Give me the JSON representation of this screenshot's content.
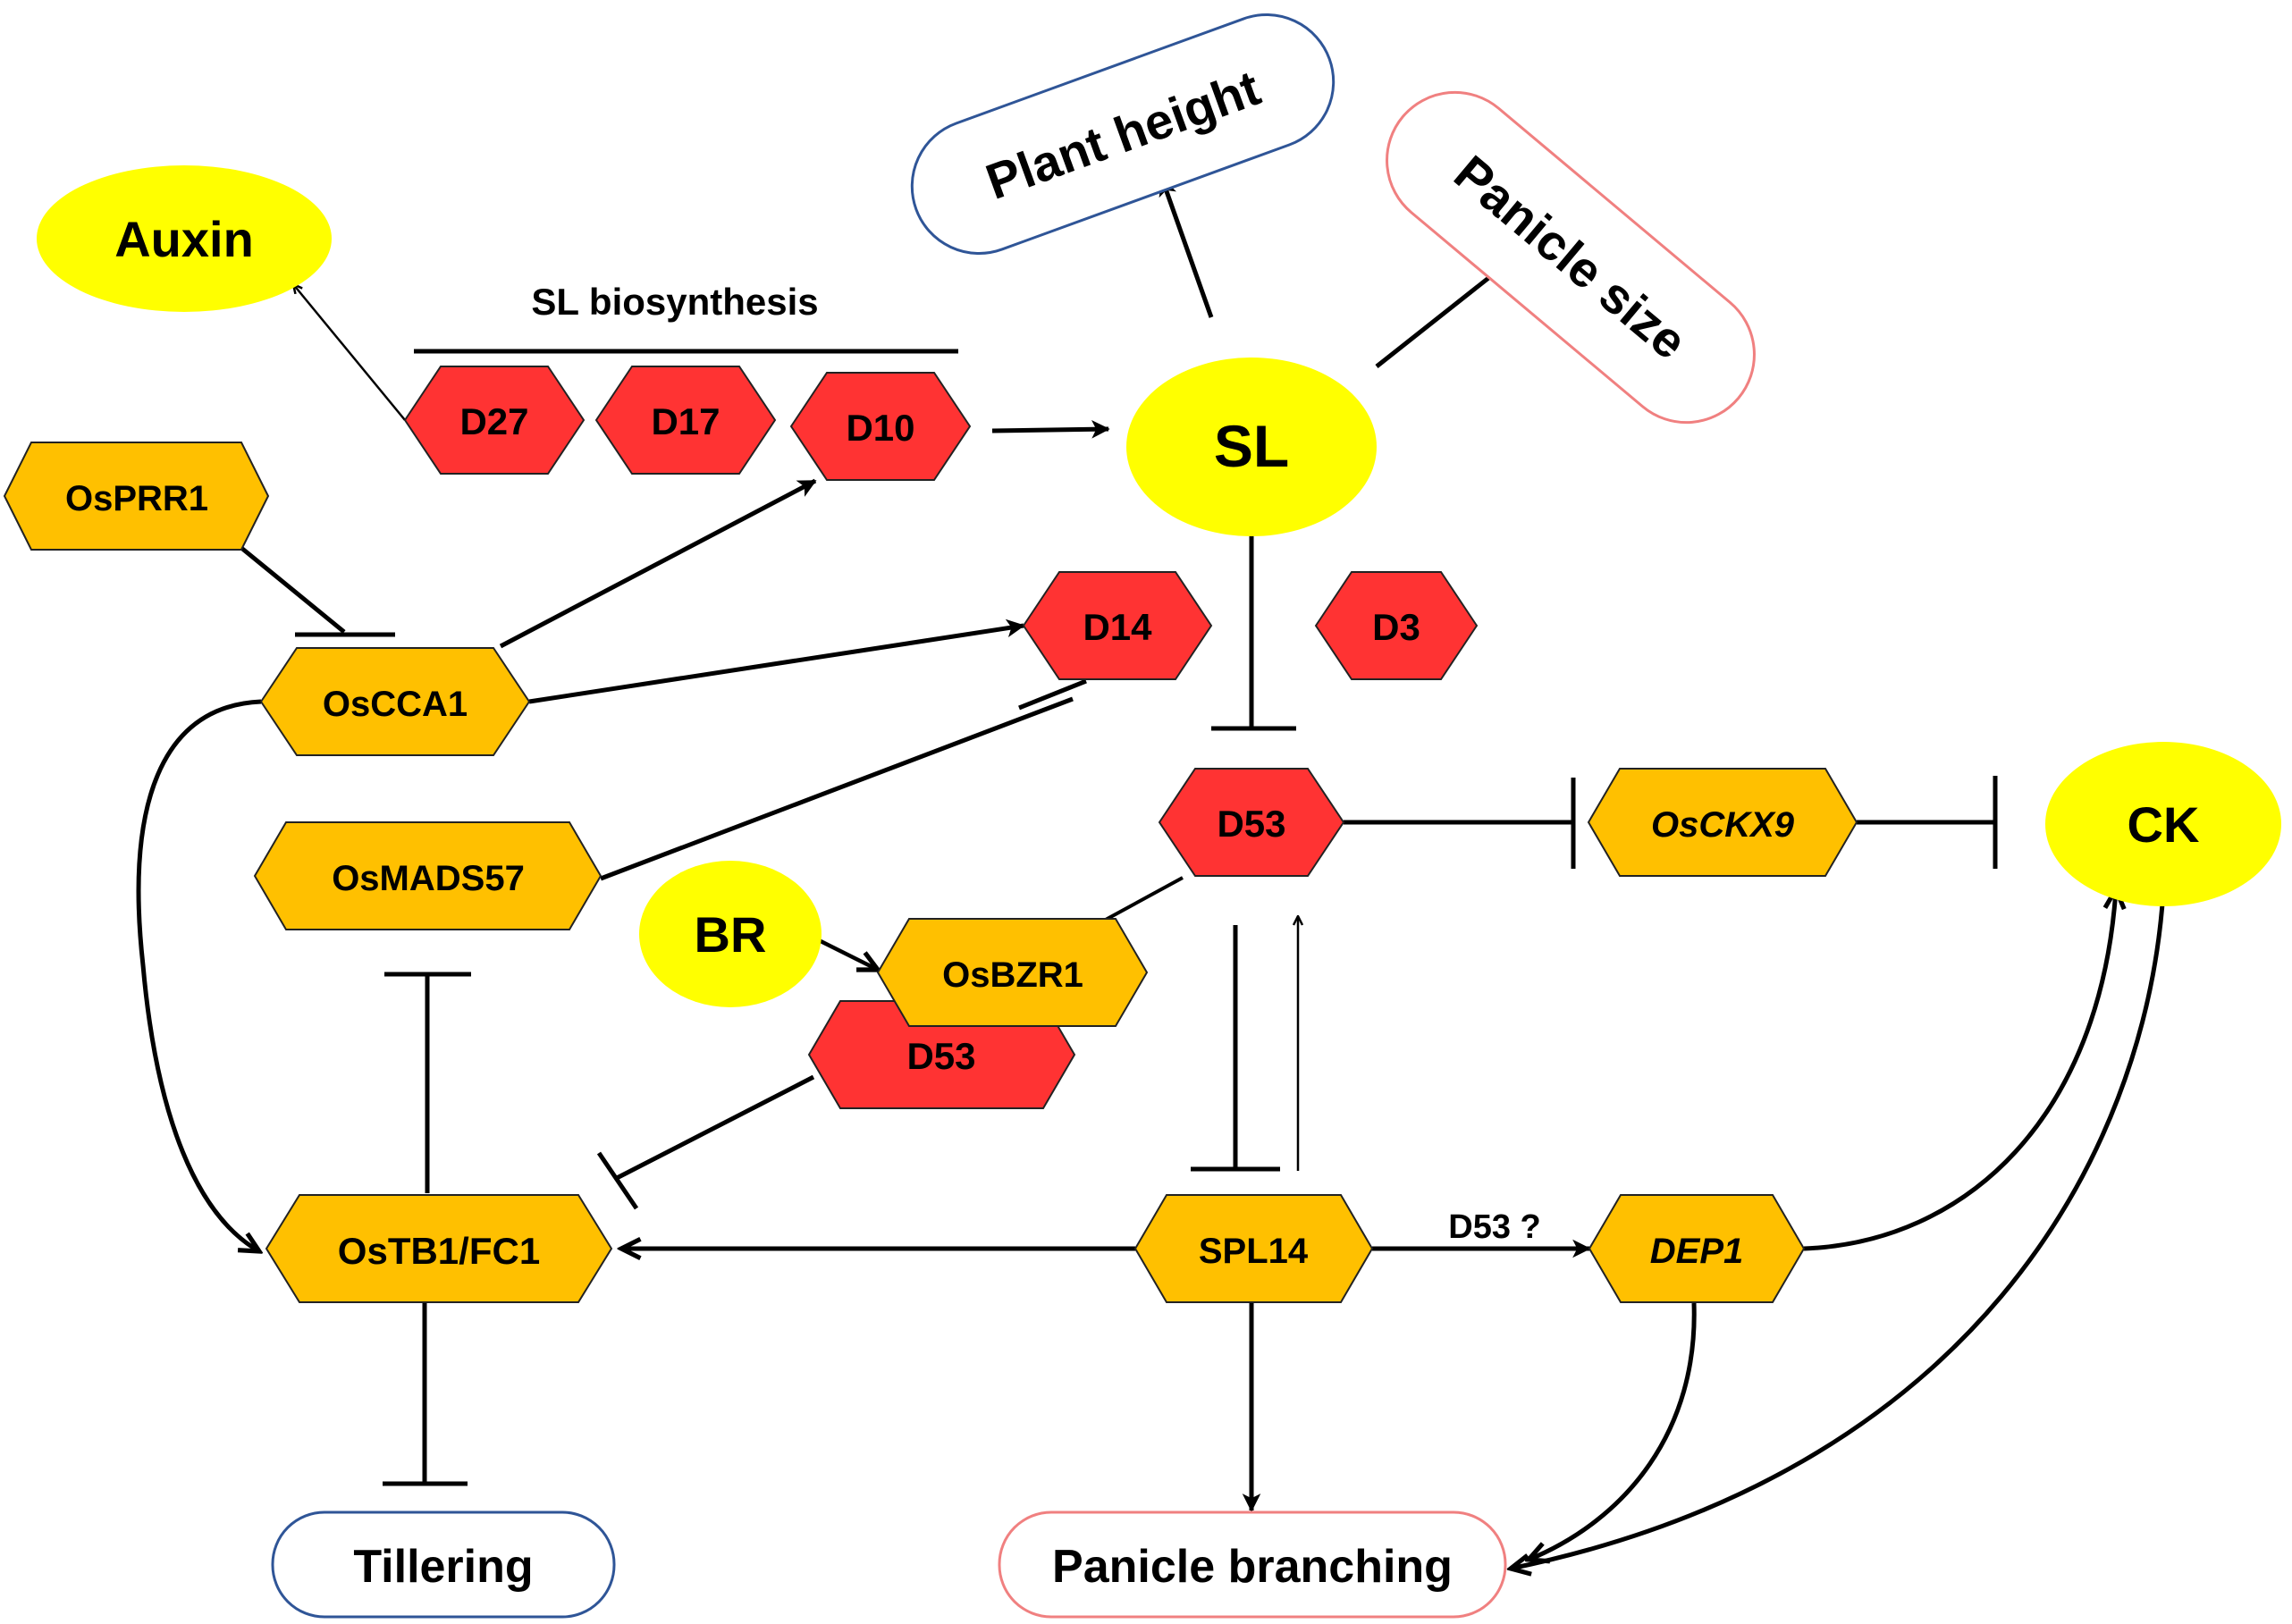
{
  "diagram": {
    "colors": {
      "red_gene": "#FF3333",
      "orange_gene": "#FFC000",
      "hormone": "#FFFF00",
      "blue_outline": "#2F5597",
      "pink_outline": "#F08080"
    },
    "hormones": {
      "auxin": "Auxin",
      "sl": "SL",
      "br": "BR",
      "ck": "CK"
    },
    "genes": {
      "d27": "D27",
      "d17": "D17",
      "d10": "D10",
      "d14": "D14",
      "d3": "D3",
      "d53_top": "D53",
      "d53_lower": "D53",
      "osprr1": "OsPRR1",
      "oscca1": "OsCCA1",
      "osmads57": "OsMADS57",
      "osbzr1": "OsBZR1",
      "osckx9": "OsCKX9",
      "ostb1": "OsTB1/FC1",
      "spl14": "SPL14",
      "dep1": "DEP1"
    },
    "phenotypes": {
      "plant_height": "Plant height",
      "panicle_size": "Panicle size",
      "tillering": "Tillering",
      "panicle_branching": "Panicle branching"
    },
    "labels": {
      "sl_biosynthesis": "SL biosynthesis",
      "d53_question": "D53 ?"
    }
  }
}
